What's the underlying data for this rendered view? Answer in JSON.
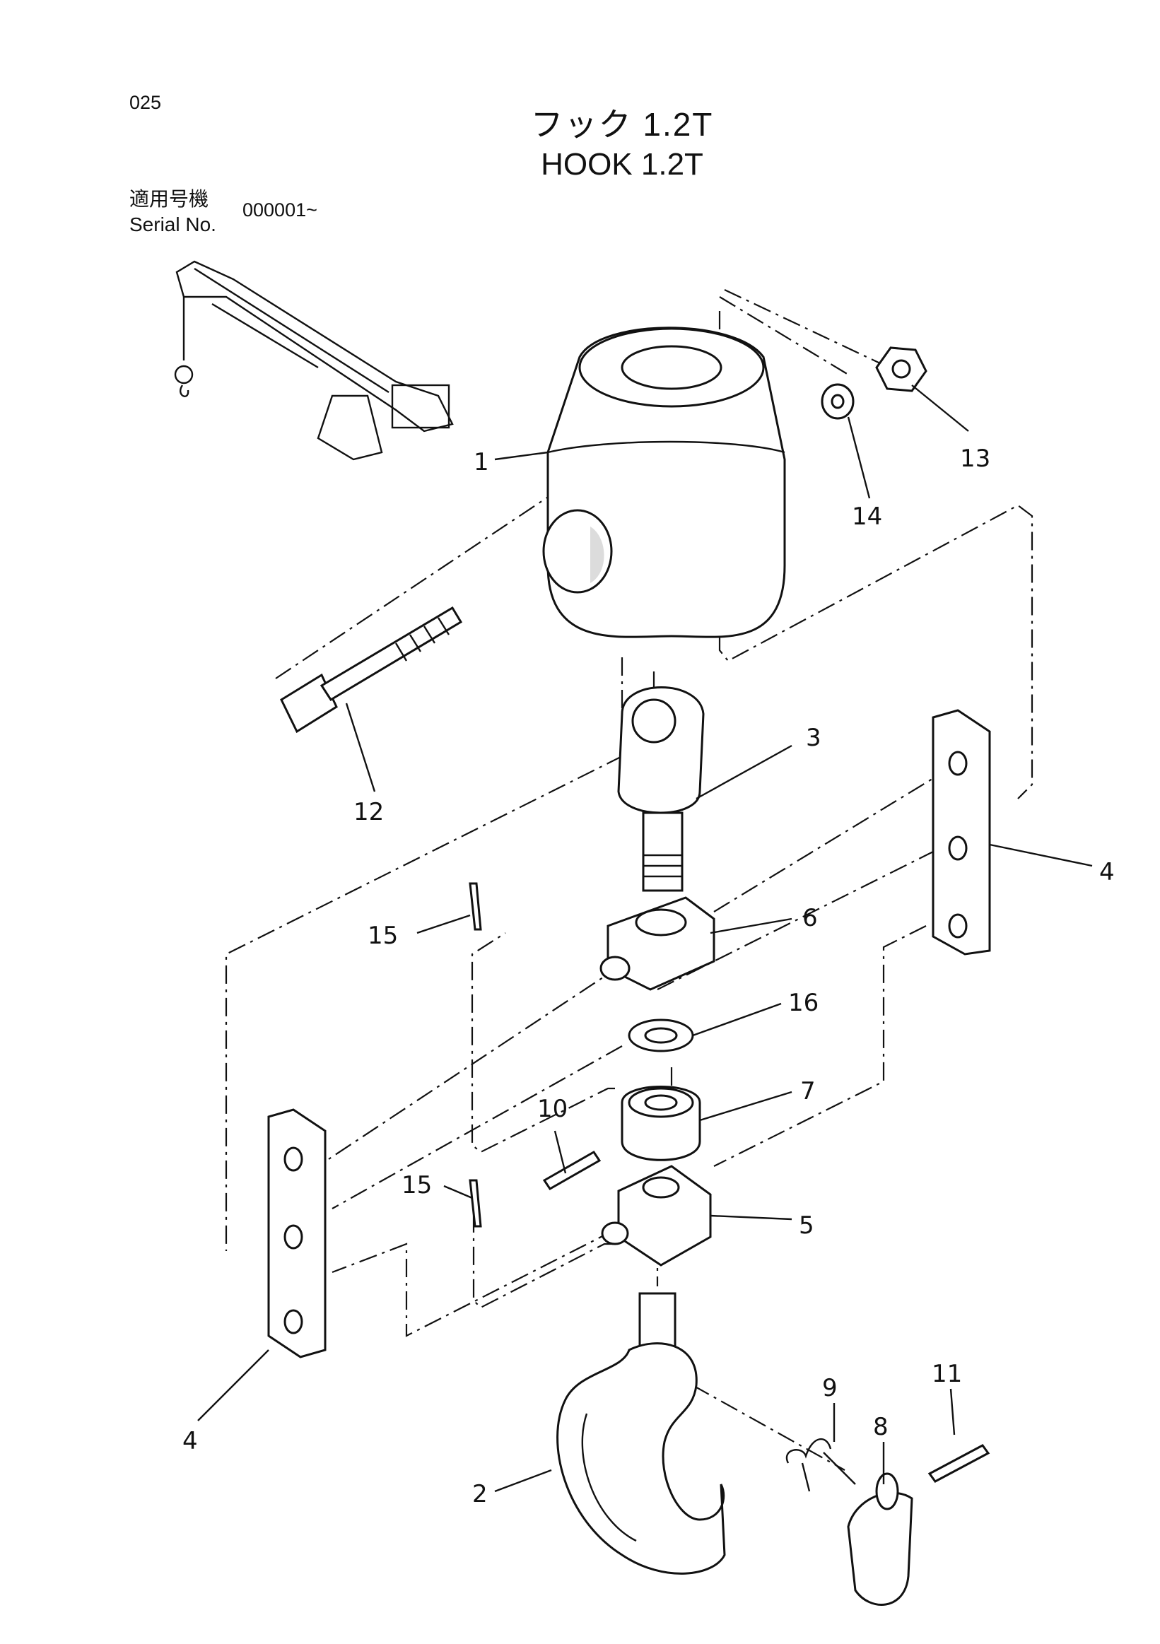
{
  "page_number": "025",
  "title": {
    "japanese": "フック 1.2T",
    "english": "HOOK 1.2T"
  },
  "serial": {
    "label_jp": "適用号機",
    "label_en": "Serial No.",
    "value": "000001~"
  },
  "callouts": [
    "1",
    "2",
    "3",
    "4",
    "4",
    "5",
    "6",
    "7",
    "8",
    "9",
    "10",
    "11",
    "12",
    "13",
    "14",
    "15",
    "15",
    "16"
  ],
  "colors": {
    "line": "#111111",
    "background": "#ffffff"
  }
}
